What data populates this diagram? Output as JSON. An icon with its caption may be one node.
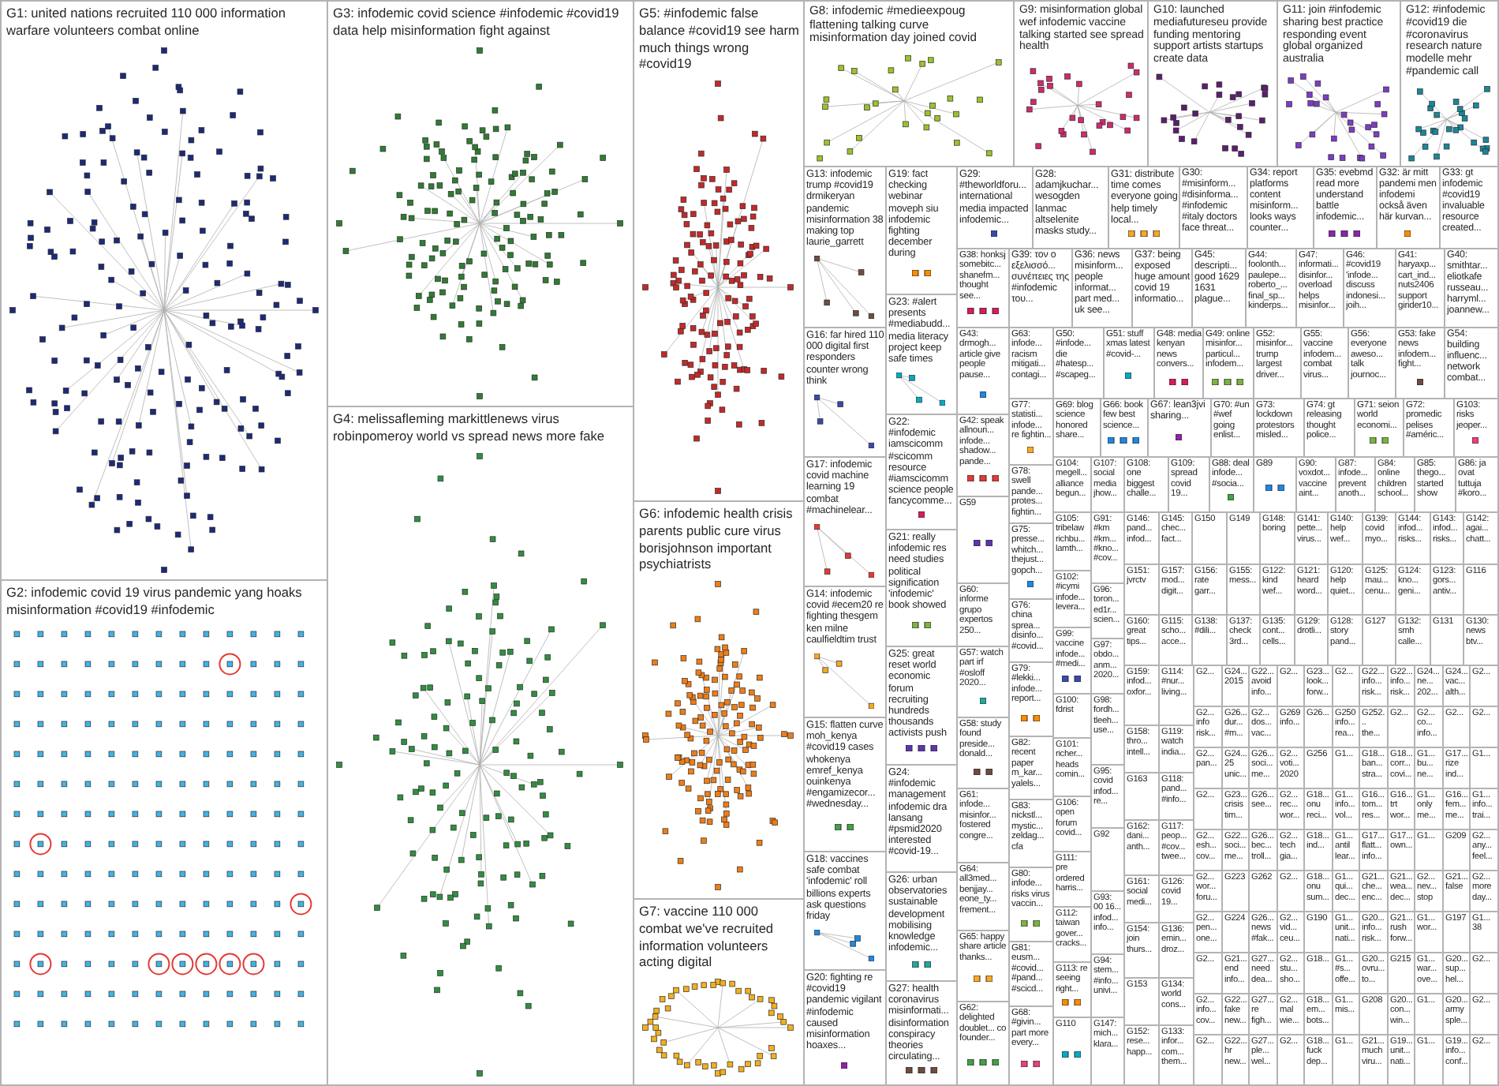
{
  "diagram": {
    "nodes": [
      {
        "text": [
          "G1: united nations recruited 110 000 information warfare volunteers combat online"
        ]
      },
      {
        "text": [
          "G2: infodemic covid 19 virus pandemic yang hoaks misinformation #covid19 #infodemic"
        ]
      },
      {
        "text": [
          "G3: infodemic covid science #infodemic #covid19 data help misinformation fight against"
        ]
      },
      {
        "text": [
          "G4: melissafleming markittlenews virus robinpomeroy world vs spread news more fake"
        ]
      },
      {
        "text": [
          "G5: #infodemic false balance #covid19 see harm much things wrong #covid19"
        ]
      },
      {
        "text": [
          "G6: infodemic health crisis parents public cure virus borisjohnson important psychiatrists"
        ]
      },
      {
        "text": [
          "G7: vaccine 110 000 combat we've recruited information volunteers acting digital"
        ]
      },
      {
        "text": [
          "G8: infodemic #medieexpoug flattening talking curve misinformation day joined covid"
        ]
      },
      {
        "text": [
          "G9: misinformation global wef infodemic vaccine talking started see spread health"
        ]
      },
      {
        "text": [
          "G10: launched mediafutureseu provide funding mentoring support artists startups create data"
        ]
      },
      {
        "text": [
          "G11: join #infodemic sharing best practice responding event global organized australia"
        ]
      },
      {
        "text": [
          "G12: #infodemic #covid19 die #coronavirus research nature modelle mehr #pandemic call"
        ]
      },
      {
        "text": [
          "G13: infodemic trump #covid19 drmikeryan pandemic misinformation 38 making top laurie_garrett"
        ]
      },
      {
        "text": [
          "G16: far hired 110 000 digital first responders counter wrong think"
        ]
      },
      {
        "text": [
          "G17: infodemic covid machine learning 19 combat #machinelear..."
        ]
      },
      {
        "text": [
          "G14: infodemic covid #ecem20 re fighting thesgem ken milne caulfieldtim trust"
        ]
      },
      {
        "text": [
          "G15: flatten curve moh_kenya #covid19 cases whokenya emref_kenya ouinkenya #engamizecor... #wednesday..."
        ]
      },
      {
        "text": [
          "G18: vaccines safe combat 'infodemic' roll billions experts ask questions friday"
        ]
      },
      {
        "text": [
          "G20: fighting re #covid19 pandemic vigilant #infodemic caused misinformation hoaxes..."
        ]
      },
      {
        "text": [
          "G19: fact checking webinar moveph siu infodemic fighting december during"
        ]
      },
      {
        "text": [
          "G23: #alert presents #mediabudd... media literacy project keep safe times"
        ]
      },
      {
        "text": [
          "G22: #infodemic iamscicomm #scicomm resource #iamscicomm science people fancycomme..."
        ]
      },
      {
        "text": [
          "G21: really infodemic res need studies political signification 'infodemic' book showed"
        ]
      },
      {
        "text": [
          "G25: great reset world economic forum recruiting hundreds thousands activists push"
        ]
      },
      {
        "text": [
          "G24: #infodemic management infodemic dra lansang #psmid2020 interested #covid-19..."
        ]
      },
      {
        "text": [
          "G26: urban observatories sustainable development mobilising knowledge infodemic..."
        ]
      },
      {
        "text": [
          "G27: health coronavirus misinformati... disinformation conspiracy theories circulating..."
        ]
      },
      {
        "text": [
          "G29: #theworldforu... international media impacted infodemic..."
        ]
      },
      {
        "text": [
          "G28: adamjkuchar... wesogden lanmac altselenite masks study..."
        ]
      },
      {
        "text": [
          "G31: distribute time comes everyone going help timely local..."
        ]
      },
      {
        "text": [
          "G30: #misinform... #disinforma... #infodemic #italy doctors face threat..."
        ]
      },
      {
        "text": [
          "G34: report platforms content misinform... looks ways counter..."
        ]
      },
      {
        "text": [
          "G35: evebmd read more understand battle infodemic..."
        ]
      },
      {
        "text": [
          "G32: är mitt pandemi men infodemi också även här kurvan..."
        ]
      },
      {
        "text": [
          "G33: gt infodemic #covid19 invaluable resource created..."
        ]
      },
      {
        "text": [
          "G38: honksj somebitc... shanefm... thought see..."
        ]
      },
      {
        "text": [
          "G39: τον ο εξελισσό... συνέπειες της #infodemic του..."
        ]
      },
      {
        "text": [
          "G36: news misinform... people informat... part med... uk see..."
        ]
      },
      {
        "text": [
          "G37: being exposed huge amount covid 19 informatio..."
        ]
      },
      {
        "text": [
          "G45: descripti... good 1629 1631 plague..."
        ]
      },
      {
        "text": [
          "G44: foolonth... paulepe... roberto_... final_sp... kinderps..."
        ]
      },
      {
        "text": [
          "G47: informati... disinfor... overload helps misinfor..."
        ]
      },
      {
        "text": [
          "G46: #covid19 'infode... discuss indonesi... joih..."
        ]
      },
      {
        "text": [
          "G41: haryaxp... cart_ind... nuts2406 support girider10..."
        ]
      },
      {
        "text": [
          "G40: smithtar... eliotkafe russeau... harryml... joannew..."
        ]
      },
      {
        "text": [
          "G43: drmogh... article give people pause..."
        ]
      },
      {
        "text": [
          "G63: infode... racism mitigati... contagi..."
        ]
      },
      {
        "text": [
          "G50: #infode... die #hatesp... #scapeg..."
        ]
      },
      {
        "text": [
          "G51: stuff xmas latest #covid-..."
        ]
      },
      {
        "text": [
          "G48: media kenyan news convers..."
        ]
      },
      {
        "text": [
          "G49: online misinfor... particul... infodem..."
        ]
      },
      {
        "text": [
          "G52: misinfor... trump largest driver..."
        ]
      },
      {
        "text": [
          "G55: vaccine infodem... combat virus..."
        ]
      },
      {
        "text": [
          "G56: everyone aweso... talk journoc..."
        ]
      },
      {
        "text": [
          "G53: fake news infodem... fight..."
        ]
      },
      {
        "text": [
          "G54: building influenc... network combat..."
        ]
      },
      {
        "text": [
          "G42: speak allnouri... infode... shadow... pande..."
        ]
      },
      {
        "text": [
          "G77: statisti... infode... re fightin..."
        ]
      },
      {
        "text": [
          "G69: blog science honored share..."
        ]
      },
      {
        "text": [
          "G66: book few best science..."
        ]
      },
      {
        "text": [
          "G67: lean3jvi sharing..."
        ]
      },
      {
        "text": [
          "G70: #un #wef going enlist..."
        ]
      },
      {
        "text": [
          "G73: lockdown protestors misled..."
        ]
      },
      {
        "text": [
          "G74: gt releasing thought police..."
        ]
      },
      {
        "text": [
          "G71: seion world economi..."
        ]
      },
      {
        "text": [
          "G72: promedic pelises #améric..."
        ]
      },
      {
        "text": [
          "G103: risks jeoper..."
        ]
      },
      {
        "text": [
          "G78: swell pande... protes... fightin..."
        ]
      },
      {
        "text": [
          "G104: megell... alliance begun..."
        ]
      },
      {
        "text": [
          "G107: social media jhow..."
        ]
      },
      {
        "text": [
          "G108: one biggest challe..."
        ]
      },
      {
        "text": [
          "G109: spread covid 19..."
        ]
      },
      {
        "text": [
          "G88: deal infode... #socia..."
        ]
      },
      {
        "text": [
          "G89"
        ]
      },
      {
        "text": [
          "G90: voxdot... vaccine aint..."
        ]
      },
      {
        "text": [
          "G87: infode... prevent anoth..."
        ]
      },
      {
        "text": [
          "G84: online children school..."
        ]
      },
      {
        "text": [
          "G85: thego... started show"
        ]
      },
      {
        "text": [
          "G86: ja ovat tuttuja #koro..."
        ]
      },
      {
        "text": [
          "G59"
        ]
      },
      {
        "text": [
          "G60: informe grupo expertos 250..."
        ]
      },
      {
        "text": [
          "G57: watch part irf #osloff 2020..."
        ]
      },
      {
        "text": [
          "G58: study found preside... donald..."
        ]
      },
      {
        "text": [
          "G61: infode... misinfor... fostered congre..."
        ]
      },
      {
        "text": [
          "G64: all3med... benjjay... eone_ty... frement..."
        ]
      },
      {
        "text": [
          "G65: happy share article thanks..."
        ]
      },
      {
        "text": [
          "G62: delighted doublet... co founder..."
        ]
      },
      {
        "text": [
          "G75: presse... whitch... thejust... gopch..."
        ]
      },
      {
        "text": [
          "G76: china sprea... disinfo... #covid..."
        ]
      },
      {
        "text": [
          "G79: #lekki... infode... report..."
        ]
      },
      {
        "text": [
          "G82: recent paper m_kar... yalels..."
        ]
      },
      {
        "text": [
          "G83: nickstl... mystic... zeldag... cfa"
        ]
      },
      {
        "text": [
          "G80: infode... risks virus vaccin..."
        ]
      },
      {
        "text": [
          "G81: eusm... #covid... #pand... #scicd..."
        ]
      },
      {
        "text": [
          "G68: #givin... part more every..."
        ]
      },
      {
        "text": [
          "G105: tribelaw richbu... lamth..."
        ]
      },
      {
        "text": [
          "G102: #icymi infode... levera..."
        ]
      },
      {
        "text": [
          "G99: vaccine infode... #medi..."
        ]
      },
      {
        "text": [
          "G100: fdrist"
        ]
      },
      {
        "text": [
          "G101: richer... heads comin..."
        ]
      },
      {
        "text": [
          "G106: open forum covid..."
        ]
      },
      {
        "text": [
          "G111: pre ordered harris..."
        ]
      },
      {
        "text": [
          "G112: taiwan gover... cracks..."
        ]
      },
      {
        "text": [
          "G113: re seeing right..."
        ]
      },
      {
        "text": [
          "G110"
        ]
      },
      {
        "text": [
          "G91: #km #km... #kno... #cov..."
        ]
      },
      {
        "text": [
          "G96: toron... ed1r... scien..."
        ]
      },
      {
        "text": [
          "G97: obdo... anm... 2020..."
        ]
      },
      {
        "text": [
          "G98: fordh... tleeh... use..."
        ]
      },
      {
        "text": [
          "G95: covid infod... re..."
        ]
      },
      {
        "text": [
          "G92"
        ]
      },
      {
        "text": [
          "G93: 00 16... infod... info..."
        ]
      },
      {
        "text": [
          "G94: stem... #info... univi..."
        ]
      },
      {
        "text": [
          "G147: mich... klara..."
        ]
      },
      {
        "text": [
          "G146: pand... infod..."
        ]
      },
      {
        "text": [
          "G145: chec... fact..."
        ]
      },
      {
        "text": [
          "G150"
        ]
      },
      {
        "text": [
          "G149"
        ]
      },
      {
        "text": [
          "G148: boring"
        ]
      },
      {
        "text": [
          "G141: pette... virus..."
        ]
      },
      {
        "text": [
          "G140: help wef..."
        ]
      },
      {
        "text": [
          "G139: covid myo..."
        ]
      },
      {
        "text": [
          "G144: infod... risks..."
        ]
      },
      {
        "text": [
          "G143: infod... risks..."
        ]
      },
      {
        "text": [
          "G142: agai... chatt..."
        ]
      },
      {
        "text": [
          "G151: jvrctv"
        ]
      },
      {
        "text": [
          "G157: mod... digit..."
        ]
      },
      {
        "text": [
          "G156: rate garr..."
        ]
      },
      {
        "text": [
          "G155: mess..."
        ]
      },
      {
        "text": [
          "G122: kind wef..."
        ]
      },
      {
        "text": [
          "G121: heard word..."
        ]
      },
      {
        "text": [
          "G120: help quiet..."
        ]
      },
      {
        "text": [
          "G125: mau... cenu..."
        ]
      },
      {
        "text": [
          "G124: kno... geni..."
        ]
      },
      {
        "text": [
          "G123: gors... antiv..."
        ]
      },
      {
        "text": [
          "G116"
        ]
      },
      {
        "text": [
          "G160: great tips..."
        ]
      },
      {
        "text": [
          "G115: scho... acce..."
        ]
      },
      {
        "text": [
          "G138: #dili..."
        ]
      },
      {
        "text": [
          "G137: check 3rd..."
        ]
      },
      {
        "text": [
          "G135: cont... cells..."
        ]
      },
      {
        "text": [
          "G129: drotli..."
        ]
      },
      {
        "text": [
          "G128: story pand..."
        ]
      },
      {
        "text": [
          "G127"
        ]
      },
      {
        "text": [
          "G132: smh calle..."
        ]
      },
      {
        "text": [
          "G131"
        ]
      },
      {
        "text": [
          "G130: news btv..."
        ]
      },
      {
        "text": [
          "G159: infod... oxfor..."
        ]
      },
      {
        "text": [
          "G114: #nur... living..."
        ]
      },
      {
        "text": [
          "G158: thro... intell..."
        ]
      },
      {
        "text": [
          "G119: watch india..."
        ]
      },
      {
        "text": [
          "G163"
        ]
      },
      {
        "text": [
          "G118: pand... #info..."
        ]
      },
      {
        "text": [
          "G162: dani... anth..."
        ]
      },
      {
        "text": [
          "G117: peop... #cov... twee..."
        ]
      },
      {
        "text": [
          "G161: social medi..."
        ]
      },
      {
        "text": [
          "G126: covid 19..."
        ]
      },
      {
        "text": [
          "G154: join thurs..."
        ]
      },
      {
        "text": [
          "G136: emin... droz..."
        ]
      },
      {
        "text": [
          "G153"
        ]
      },
      {
        "text": [
          "G134: world cons..."
        ]
      },
      {
        "text": [
          "G152: rese... happ..."
        ]
      },
      {
        "text": [
          "G133: infor... com... them..."
        ]
      },
      {
        "text": [
          "G2..."
        ]
      },
      {
        "text": [
          "G24... 2015"
        ]
      },
      {
        "text": [
          "G22... avoid info..."
        ]
      },
      {
        "text": [
          "G2..."
        ]
      },
      {
        "text": [
          "G23... look... forw..."
        ]
      },
      {
        "text": [
          "G2..."
        ]
      },
      {
        "text": [
          "G22... info... risk..."
        ]
      },
      {
        "text": [
          "G22... info... risk..."
        ]
      },
      {
        "text": [
          "G24... ne... 202..."
        ]
      },
      {
        "text": [
          "G24... vac... alth..."
        ]
      },
      {
        "text": [
          "G2..."
        ]
      },
      {
        "text": [
          "G2... info risk..."
        ]
      },
      {
        "text": [
          "G26... dur... #m..."
        ]
      },
      {
        "text": [
          "G2... dos... vac..."
        ]
      },
      {
        "text": [
          "G269 info..."
        ]
      },
      {
        "text": [
          "G26..."
        ]
      },
      {
        "text": [
          "G250 info... rea..."
        ]
      },
      {
        "text": [
          "G252... the..."
        ]
      },
      {
        "text": [
          "G2..."
        ]
      },
      {
        "text": [
          "G2... co... info..."
        ]
      },
      {
        "text": [
          "G2..."
        ]
      },
      {
        "text": [
          "G2..."
        ]
      },
      {
        "text": [
          "G2... pan..."
        ]
      },
      {
        "text": [
          "G24... 25 unic..."
        ]
      },
      {
        "text": [
          "G26... soci... me..."
        ]
      },
      {
        "text": [
          "G2... voti... 2020"
        ]
      },
      {
        "text": [
          "G256"
        ]
      },
      {
        "text": [
          "G1..."
        ]
      },
      {
        "text": [
          "G18... ban... stra..."
        ]
      },
      {
        "text": [
          "G18... corr... covi..."
        ]
      },
      {
        "text": [
          "G1... bu... ne..."
        ]
      },
      {
        "text": [
          "G17... rize ind..."
        ]
      },
      {
        "text": [
          "G1..."
        ]
      },
      {
        "text": [
          "G2..."
        ]
      },
      {
        "text": [
          "G23... crisis tim..."
        ]
      },
      {
        "text": [
          "G26... see..."
        ]
      },
      {
        "text": [
          "G2... rec... wor..."
        ]
      },
      {
        "text": [
          "G18... onu reci..."
        ]
      },
      {
        "text": [
          "G1... info... vol..."
        ]
      },
      {
        "text": [
          "G16... tom... res..."
        ]
      },
      {
        "text": [
          "G16... trt wor..."
        ]
      },
      {
        "text": [
          "G1... only me..."
        ]
      },
      {
        "text": [
          "G16... fem... me..."
        ]
      },
      {
        "text": [
          "G1... info... trai..."
        ]
      },
      {
        "text": [
          "G2... esh... cov..."
        ]
      },
      {
        "text": [
          "G22... soci... me..."
        ]
      },
      {
        "text": [
          "G26... bec... troll..."
        ]
      },
      {
        "text": [
          "G2... tech gia..."
        ]
      },
      {
        "text": [
          "G18... ind..."
        ]
      },
      {
        "text": [
          "G1... antil lear..."
        ]
      },
      {
        "text": [
          "G17... flatt... info..."
        ]
      },
      {
        "text": [
          "G17... own..."
        ]
      },
      {
        "text": [
          "G1..."
        ]
      },
      {
        "text": [
          "G209"
        ]
      },
      {
        "text": [
          "G2... any... feel..."
        ]
      },
      {
        "text": [
          "G2... wor... foru..."
        ]
      },
      {
        "text": [
          "G223"
        ]
      },
      {
        "text": [
          "G262"
        ]
      },
      {
        "text": [
          "G2..."
        ]
      },
      {
        "text": [
          "G18... onu sum..."
        ]
      },
      {
        "text": [
          "G1... qui... dec..."
        ]
      },
      {
        "text": [
          "G21... che... enc..."
        ]
      },
      {
        "text": [
          "G21... wea... dec..."
        ]
      },
      {
        "text": [
          "G2... nev... stop"
        ]
      },
      {
        "text": [
          "G21... false"
        ]
      },
      {
        "text": [
          "G2... more day..."
        ]
      },
      {
        "text": [
          "G2... pen... one..."
        ]
      },
      {
        "text": [
          "G224"
        ]
      },
      {
        "text": [
          "G26... news #fak..."
        ]
      },
      {
        "text": [
          "G2... vid... ceu..."
        ]
      },
      {
        "text": [
          "G190"
        ]
      },
      {
        "text": [
          "G1... unit... nati..."
        ]
      },
      {
        "text": [
          "G20... info... risk..."
        ]
      },
      {
        "text": [
          "G21... rush forw..."
        ]
      },
      {
        "text": [
          "G1... wor..."
        ]
      },
      {
        "text": [
          "G197"
        ]
      },
      {
        "text": [
          "G1... 38"
        ]
      },
      {
        "text": [
          "G2..."
        ]
      },
      {
        "text": [
          "G21... end info..."
        ]
      },
      {
        "text": [
          "G27... need dea..."
        ]
      },
      {
        "text": [
          "G2... stu... sho..."
        ]
      },
      {
        "text": [
          "G18..."
        ]
      },
      {
        "text": [
          "G1... #s... offe..."
        ]
      },
      {
        "text": [
          "G20... ovru... to..."
        ]
      },
      {
        "text": [
          "G215"
        ]
      },
      {
        "text": [
          "G1... war... ove..."
        ]
      },
      {
        "text": [
          "G20... sup... hel..."
        ]
      },
      {
        "text": [
          "G2..."
        ]
      },
      {
        "text": [
          "G2... info... cov..."
        ]
      },
      {
        "text": [
          "G22... fake new..."
        ]
      },
      {
        "text": [
          "G27... re figh..."
        ]
      },
      {
        "text": [
          "G2... mal wie..."
        ]
      },
      {
        "text": [
          "G18... em... bots..."
        ]
      },
      {
        "text": [
          "G1... mis..."
        ]
      },
      {
        "text": [
          "G208"
        ]
      },
      {
        "text": [
          "G20... con... win..."
        ]
      },
      {
        "text": [
          "G1..."
        ]
      },
      {
        "text": [
          "G20... army sple..."
        ]
      },
      {
        "text": [
          "G2..."
        ]
      },
      {
        "text": [
          "G2..."
        ]
      },
      {
        "text": [
          "G22... hr new..."
        ]
      },
      {
        "text": [
          "G27... ple... wel..."
        ]
      },
      {
        "text": [
          "G2..."
        ]
      },
      {
        "text": [
          "G18... fuck dep..."
        ]
      },
      {
        "text": [
          "G1..."
        ]
      },
      {
        "text": [
          "G21... much viru..."
        ]
      },
      {
        "text": [
          "G19... unit... nati..."
        ]
      },
      {
        "text": [
          "G1..."
        ]
      },
      {
        "text": [
          "G19... info... conf..."
        ]
      },
      {
        "text": [
          "G2..."
        ]
      }
    ]
  }
}
